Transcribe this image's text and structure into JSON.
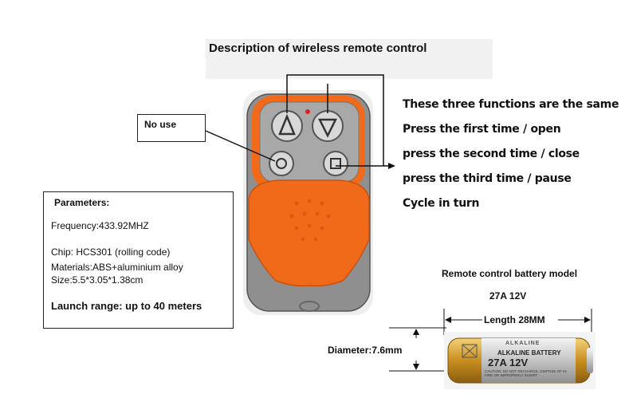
{
  "title": "Description of wireless remote control",
  "no_use_label": "No use",
  "functions": [
    "These three functions are the same",
    "Press the first time / open",
    "press the second time /  close",
    "press the third time / pause",
    "Cycle in turn"
  ],
  "parameters": {
    "heading": "Parameters:",
    "frequency": "Frequency:433.92MHZ",
    "chip": "Chip: HCS301  (rolling code)",
    "materials": "Materials:ABS+aluminium  alloy",
    "size": "Size:5.5*3.05*1.38cm",
    "range": "Launch range: up to 40 meters"
  },
  "battery": {
    "heading": "Remote control battery model",
    "model": "27A  12V",
    "length": "Length 28MM",
    "diameter": "Diameter:7.6mm",
    "brand": "ALKALINE",
    "type": "ALKALINE BATTERY",
    "code": "27A 12V",
    "caution": "CAUTION: DO NOT RECHARGE, DISPOSE OF IN FIRE OR IMPROPERLY INSERT"
  },
  "colors": {
    "remote_orange": "#f06a1a",
    "remote_body": "#9a9a9a",
    "battery_gold": "#d7a22a"
  }
}
